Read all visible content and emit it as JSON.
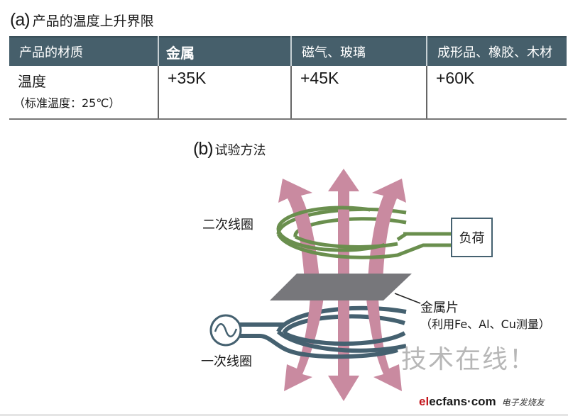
{
  "section_a": {
    "letter": "(a)",
    "title": "产品的温度上升界限",
    "table": {
      "headers": [
        "产品的材质",
        "金属",
        "磁气、玻璃",
        "成形品、橡胶、木材"
      ],
      "row": {
        "label": "温度",
        "sublabel": "（标准温度：25℃）",
        "values": [
          "+35K",
          "+45K",
          "+60K"
        ]
      }
    },
    "colors": {
      "header_bg": "#465f6b",
      "header_text": "#ffffff"
    }
  },
  "section_b": {
    "letter": "(b)",
    "title": "试验方法",
    "labels": {
      "secondary_coil": "二次线圈",
      "load": "负荷",
      "metal_plate": "金属片",
      "metal_plate_note": "（利用Fe、Al、Cu测量）",
      "primary_coil": "一次线圈"
    },
    "icons": {
      "ac_source": "ac-source-icon"
    },
    "colors": {
      "flux_arrow": "#c98aa0",
      "secondary_coil": "#6a8f4e",
      "primary_coil": "#456170",
      "metal_plate": "#77777b"
    }
  },
  "watermark": {
    "text": "技术在线！"
  },
  "brand": {
    "site_red": "el",
    "site_black": "ecfans·com",
    "site_cn": "电子发烧友"
  }
}
